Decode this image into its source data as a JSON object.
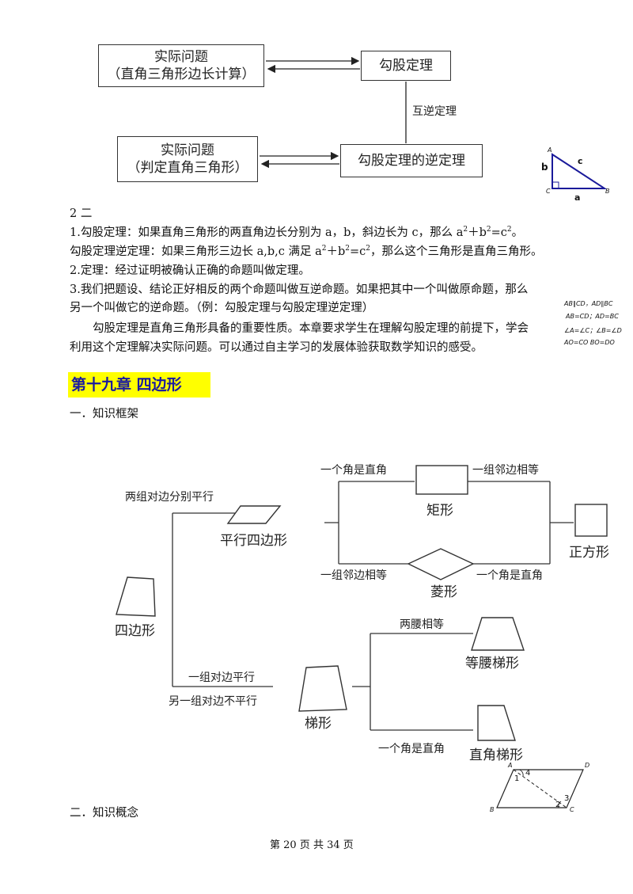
{
  "flow1": {
    "box_practical_1": [
      "实际问题",
      "（直角三角形边长计算）"
    ],
    "box_pythag": "勾股定理",
    "label_mutual": "互逆定理",
    "box_practical_2": [
      "实际问题",
      "（判定直角三角形）"
    ],
    "box_converse": "勾股定理的逆定理"
  },
  "triangle_figure": {
    "A": "A",
    "B": "B",
    "C": "C",
    "a": "a",
    "b": "b",
    "c": "c"
  },
  "section2": {
    "heading": "2 二",
    "line1_pre": "1.勾股定理：如果直角三角形的两直角边长分别为 a，b，斜边长为 c，那么 a",
    "line1_post": "。",
    "line2_pre": "勾股定理逆定理：如果三角形三边长 a,b,c 满足 a",
    "line2_post": "，那么这个三角形是直角三角形。",
    "line3": "2.定理：经过证明被确认正确的命题叫做定理。",
    "line4": "3.我们把题设、结论正好相反的两个命题叫做互逆命题。如果把其中一个叫做原命题，那么",
    "line5": "另一个叫做它的逆命题。（例：勾股定理与勾股定理逆定理）",
    "para1": "勾股定理是直角三角形具备的重要性质。本章要求学生在理解勾股定理的前提下，学会",
    "para2": "利用这个定理解决实际问题。可以通过自主学习的发展体验获取数学知识的感受。"
  },
  "side_formulas": [
    "AB∥CD，AD∥BC",
    "AB=CD；AD=BC",
    "∠A=∠C；∠B=∠D",
    "AO=CO   BO=DO"
  ],
  "chapter_title": "第十九章   四边形",
  "sub1": "一．知识框架",
  "flow2": {
    "quad": "四边形",
    "edge_two_pairs": "两组对边分别平行",
    "parallelogram": "平行四边形",
    "edge_right_angle_top": "一个角是直角",
    "rectangle": "矩形",
    "edge_adjacent_top": "一组邻边相等",
    "square": "正方形",
    "edge_adjacent_bottom": "一组邻边相等",
    "rhombus": "菱形",
    "edge_right_angle_rhombus": "一个角是直角",
    "edge_one_pair": "一组对边平行",
    "edge_other_pair": "另一组对边不平行",
    "trapezoid": "梯形",
    "edge_legs_equal": "两腰相等",
    "isosceles_trapezoid": "等腰梯形",
    "edge_right_angle_trap": "一个角是直角",
    "right_trapezoid": "直角梯形"
  },
  "parallelogram_figure": {
    "A": "A",
    "B": "B",
    "C": "C",
    "D": "D",
    "n1": "1",
    "n2": "2",
    "n3": "3",
    "n4": "4"
  },
  "sub2": "二．知识概念",
  "footer": "第 20 页 共 34 页"
}
